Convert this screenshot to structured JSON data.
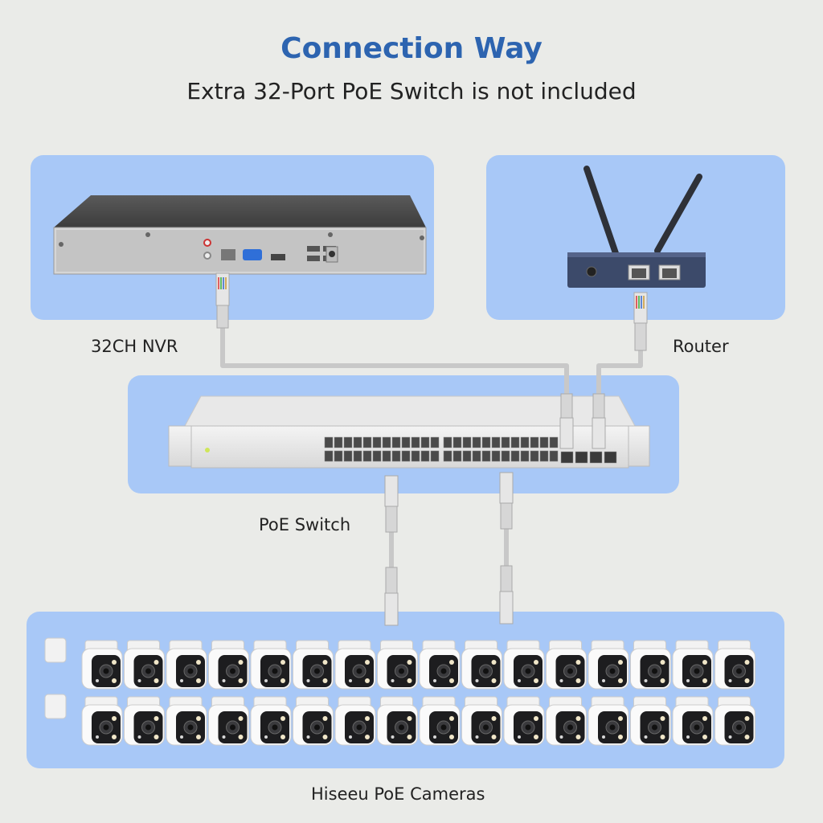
{
  "header": {
    "title": "Connection Way",
    "subtitle": "Extra 32-Port PoE Switch is not included"
  },
  "nodes": {
    "nvr": {
      "label": "32CH NVR"
    },
    "router": {
      "label": "Router"
    },
    "switch": {
      "label": "PoE Switch"
    },
    "cameras": {
      "label": "Hiseeu PoE Cameras",
      "count": 32,
      "rows": 2,
      "per_row": 16
    }
  },
  "colors": {
    "title": "#2d64b0",
    "panel": "#a8c8f7",
    "background": "#eaebe8",
    "cable": "#c8c8c8"
  }
}
